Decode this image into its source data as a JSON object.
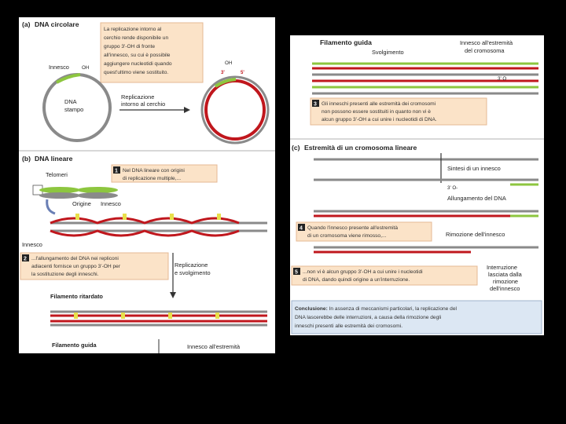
{
  "left": {
    "a_label": "(a)",
    "a_title": "DNA circolare",
    "a_box": [
      "La replicazione intorno al",
      "cerchio rende disponibile un",
      "gruppo 3'-OH di fronte",
      "all'innesco, su cui è possibile",
      "aggiungere nucleotidi quando",
      "quest'ultimo viene sostituito."
    ],
    "innesco": "Innesco",
    "oh": "OH",
    "dna_stampo": [
      "DNA",
      "stampo"
    ],
    "replicazione_cerchio": [
      "Replicazione",
      "intorno al cerchio"
    ],
    "b_label": "(b)",
    "b_title": "DNA lineare",
    "telomeri": "Telomeri",
    "box1": [
      "Nel DNA lineare con origini",
      "di replicazione multiple,..."
    ],
    "origine": "Origine",
    "innesco2": "Innesco",
    "innesco3": "Innesco",
    "box2": [
      "...l'allungamento del DNA nei repliconi",
      "adiacenti fornisce un gruppo 3'-OH per",
      "la sostituzione degli inneschi."
    ],
    "rep_svolg": [
      "Replicazione",
      "e svolgimento"
    ],
    "filamento_ritardato": "Filamento ritardato",
    "filamento_guida": "Filamento guida",
    "innesco_estremita": "Innesco all'estremità",
    "prime3": "3'",
    "prime5": "5'"
  },
  "right": {
    "filamento_guida": "Filamento guida",
    "svolgimento": "Svolgimento",
    "innesco_estremita": [
      "Innesco all'estremità",
      "del cromosoma"
    ],
    "oh3": "3' O",
    "box3": [
      "Gli inneschi presenti alle estremità dei cromosomi",
      "non possono essere sostituiti in quanto non vi è",
      "alcun gruppo 3'-OH a cui unire i nucleotidi di DNA."
    ],
    "c_label": "(c)",
    "c_title": "Estremità di un cromosoma lineare",
    "sintesi": "Sintesi di un innesco",
    "oh3b": "3' O-",
    "allungamento": "Allungamento del DNA",
    "box4": [
      "Quando l'innesco presente all'estremità",
      "di un cromosoma viene rimosso,..."
    ],
    "rimozione": "Rimozione dell'innesco",
    "box5": [
      "...non vi è alcun gruppo 3'-OH a cui unire i nucleotidi",
      "di DNA, dando quindi origine a un'interruzione."
    ],
    "interruzione": [
      "Interruzione",
      "lasciata dalla",
      "rimozione",
      "dell'innesco"
    ],
    "conclusione_bold": "Conclusione:",
    "conclusione": [
      " In assenza di meccanismi particolari, la replicazione del",
      "DNA lascerebbe delle interruzioni, a causa della rimozione degli",
      "inneschi presenti alle estremità dei cromosomi."
    ]
  },
  "colors": {
    "red": "#c0171d",
    "green": "#8dc63f",
    "gray": "#8a8a8a",
    "yellow": "#e8e04a",
    "box": "#fbe3c8",
    "blue_box": "#dce7f3"
  }
}
